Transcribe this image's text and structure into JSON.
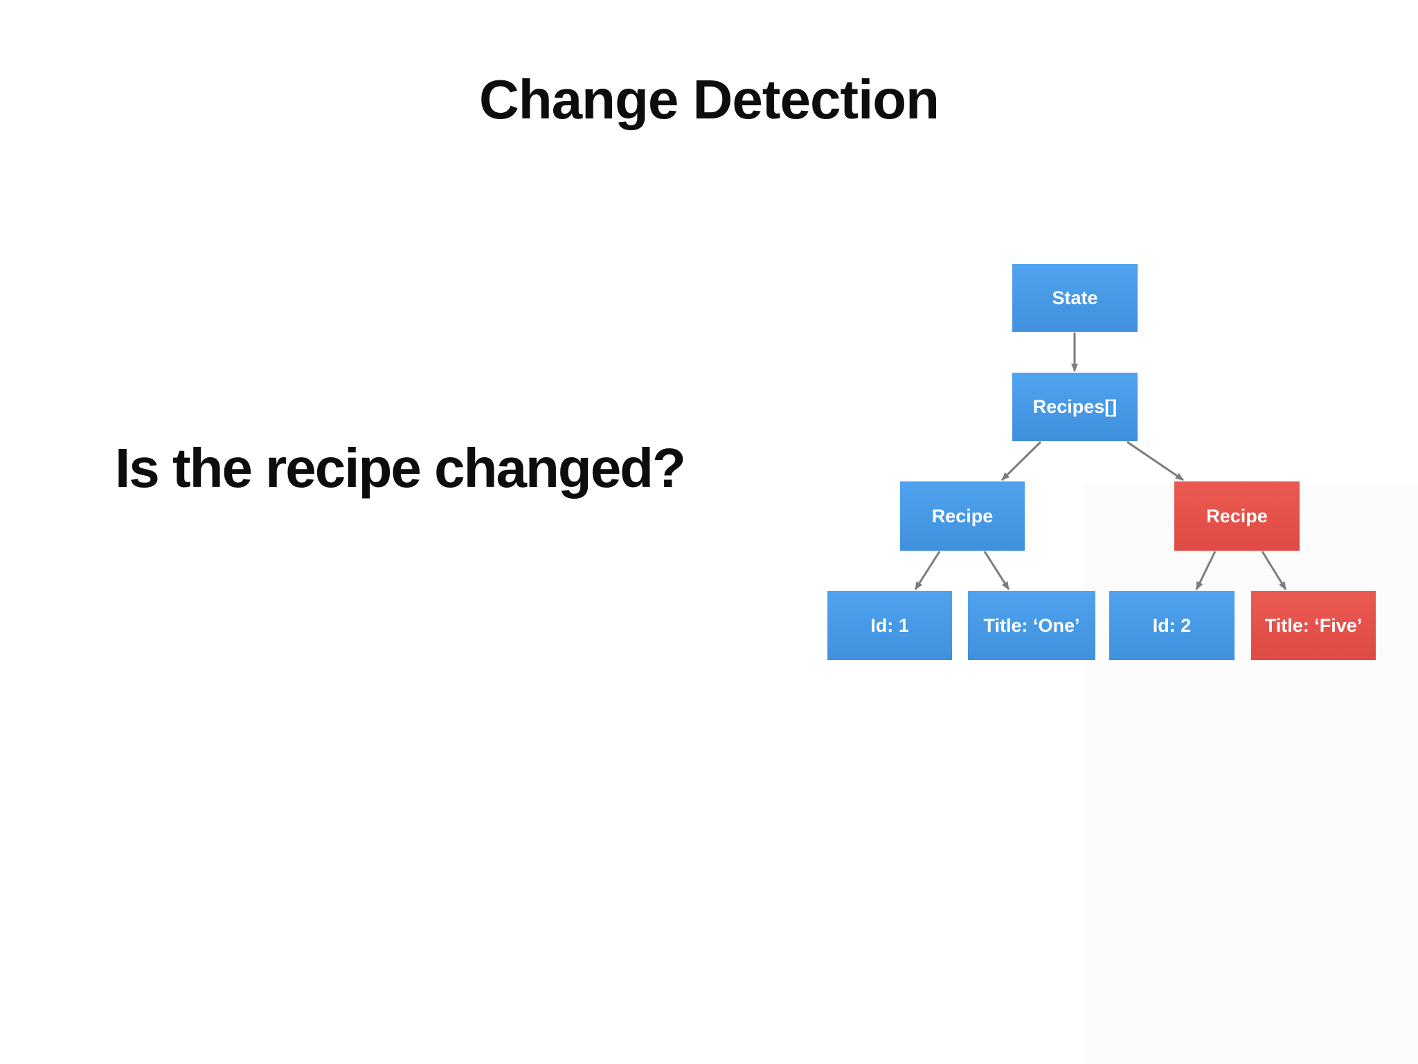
{
  "slide": {
    "title": "Change Detection",
    "question": "Is the recipe changed?"
  },
  "diagram": {
    "nodes": [
      {
        "id": "state",
        "label": "State",
        "color": "blue"
      },
      {
        "id": "recipes",
        "label": "Recipes[]",
        "color": "blue"
      },
      {
        "id": "recipe-1",
        "label": "Recipe",
        "color": "blue"
      },
      {
        "id": "recipe-2",
        "label": "Recipe",
        "color": "red"
      },
      {
        "id": "id-1",
        "label": "Id: 1",
        "color": "blue"
      },
      {
        "id": "title-one",
        "label": "Title: ‘One’",
        "color": "blue"
      },
      {
        "id": "id-2",
        "label": "Id: 2",
        "color": "blue"
      },
      {
        "id": "title-five",
        "label": "Title: ‘Five’",
        "color": "red"
      }
    ],
    "edges": [
      {
        "from": "state",
        "to": "recipes"
      },
      {
        "from": "recipes",
        "to": "recipe-1"
      },
      {
        "from": "recipes",
        "to": "recipe-2"
      },
      {
        "from": "recipe-1",
        "to": "id-1"
      },
      {
        "from": "recipe-1",
        "to": "title-one"
      },
      {
        "from": "recipe-2",
        "to": "id-2"
      },
      {
        "from": "recipe-2",
        "to": "title-five"
      }
    ],
    "colors": {
      "node_blue": "#4a9fea",
      "node_red": "#e8554e",
      "arrow": "#7c7c7c",
      "text_on_node": "#ffffff",
      "heading_text": "#0d0d0d"
    }
  }
}
